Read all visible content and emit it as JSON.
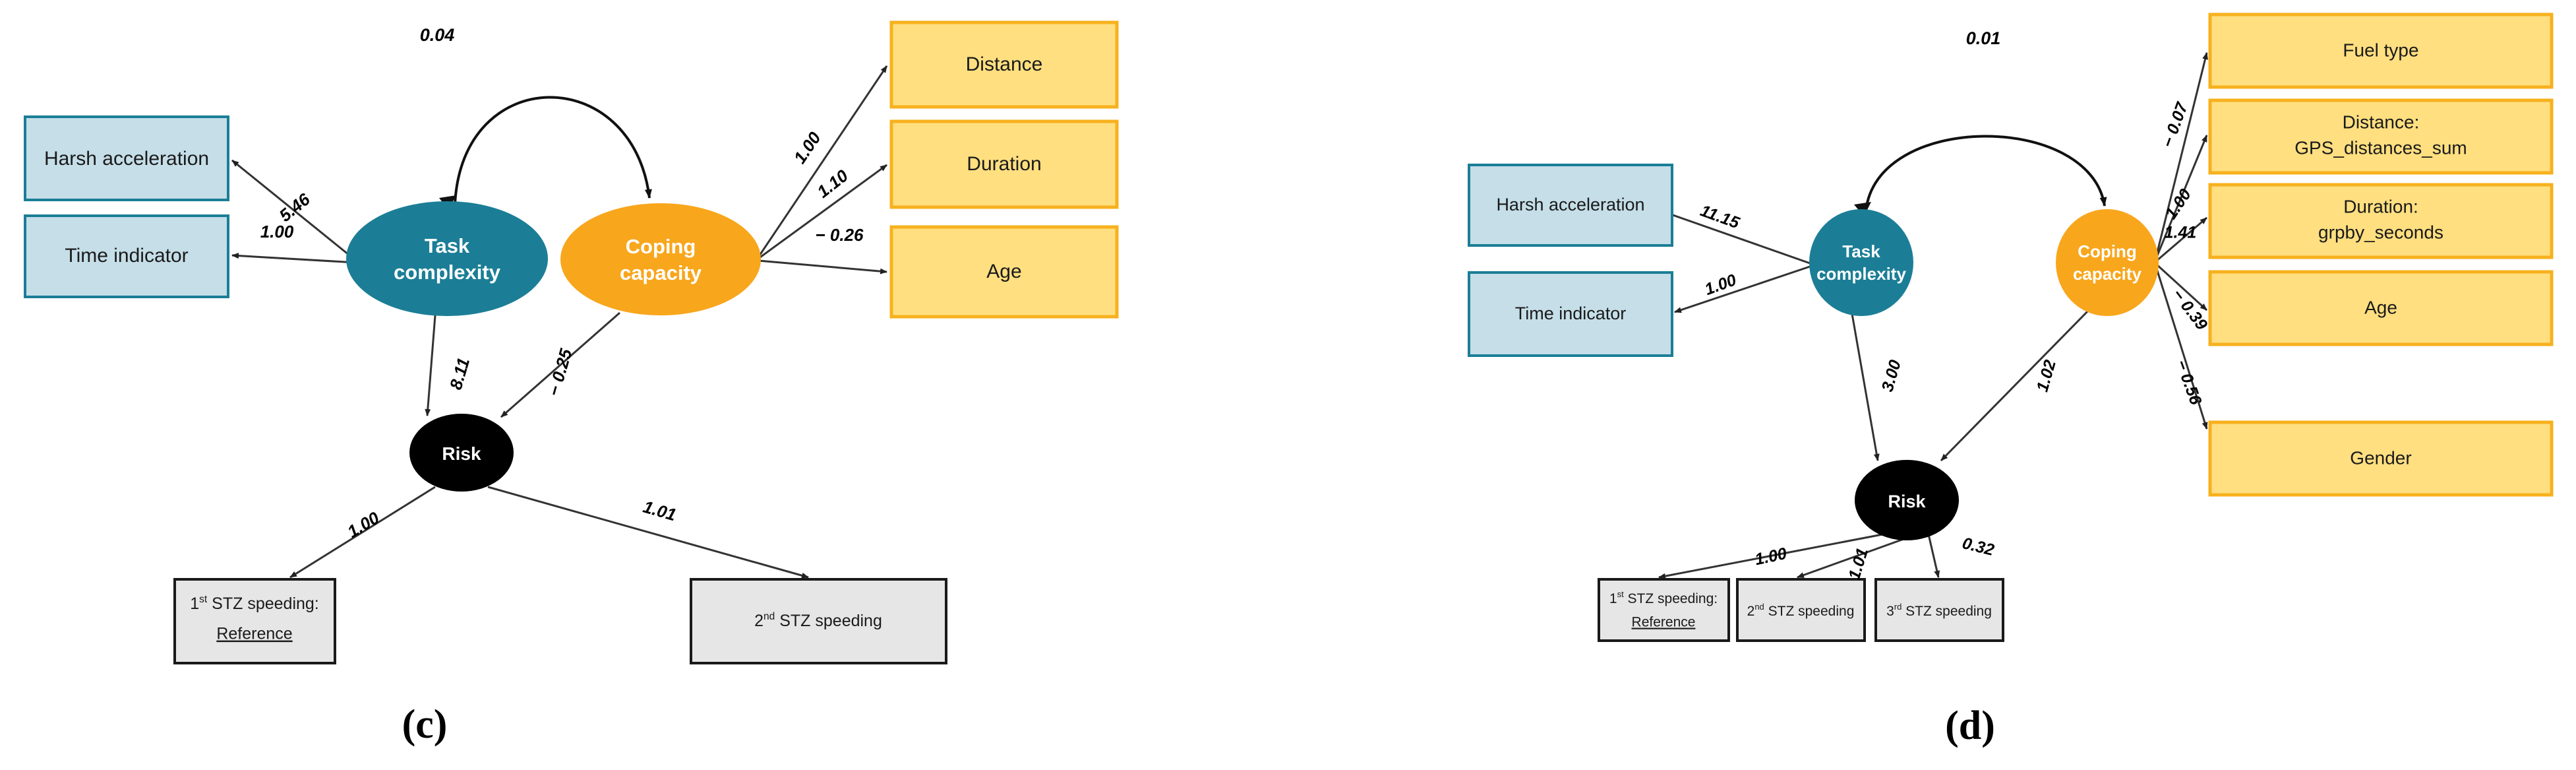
{
  "figure": {
    "type": "sem-path-diagram",
    "panels": [
      {
        "id": "c",
        "letter": "(c)",
        "indicators_left": [
          {
            "name": "harsh-acceleration",
            "label": "Harsh acceleration"
          },
          {
            "name": "time-indicator",
            "label": "Time indicator"
          }
        ],
        "latents": [
          {
            "name": "task-complexity",
            "line1": "Task",
            "line2": "complexity",
            "color": "#1b7e96"
          },
          {
            "name": "coping-capacity",
            "line1": "Coping",
            "line2": "capacity",
            "color": "#f8a61c"
          },
          {
            "name": "risk",
            "line1": "Risk",
            "line2": "",
            "color": "#000000"
          }
        ],
        "indicators_right": [
          {
            "name": "distance",
            "label": "Distance",
            "label2": ""
          },
          {
            "name": "duration",
            "label": "Duration",
            "label2": ""
          },
          {
            "name": "age",
            "label": "Age",
            "label2": ""
          }
        ],
        "outcomes": [
          {
            "name": "stz-1",
            "label": "1",
            "sup": "st",
            "rest": " STZ speeding:",
            "label2": "Reference",
            "underlined": true
          },
          {
            "name": "stz-2",
            "label": "2",
            "sup": "nd",
            "rest": " STZ speeding",
            "label2": "",
            "underlined": false
          }
        ],
        "coefficients": {
          "covariance": "0.04",
          "tc_to_harsh": "5.46",
          "tc_to_time": "1.00",
          "tc_to_risk": "8.11",
          "cc_to_risk": "− 0.25",
          "cc_to_distance": "1.00",
          "cc_to_duration": "1.10",
          "cc_to_age": "− 0.26",
          "risk_to_stz1": "1.00",
          "risk_to_stz2": "1.01"
        }
      },
      {
        "id": "d",
        "letter": "(d)",
        "indicators_left": [
          {
            "name": "harsh-acceleration",
            "label": "Harsh acceleration"
          },
          {
            "name": "time-indicator",
            "label": "Time indicator"
          }
        ],
        "latents": [
          {
            "name": "task-complexity",
            "line1": "Task",
            "line2": "complexity",
            "color": "#1b7e96"
          },
          {
            "name": "coping-capacity",
            "line1": "Coping",
            "line2": "capacity",
            "color": "#f8a61c"
          },
          {
            "name": "risk",
            "line1": "Risk",
            "line2": "",
            "color": "#000000"
          }
        ],
        "indicators_right": [
          {
            "name": "fuel-type",
            "label": "Fuel type",
            "label2": ""
          },
          {
            "name": "distance-gps",
            "label": "Distance:",
            "label2": "GPS_distances_sum"
          },
          {
            "name": "duration-grpby",
            "label": "Duration:",
            "label2": "grpby_seconds"
          },
          {
            "name": "age",
            "label": "Age",
            "label2": ""
          },
          {
            "name": "gender",
            "label": "Gender",
            "label2": ""
          }
        ],
        "outcomes": [
          {
            "name": "stz-1",
            "label": "1",
            "sup": "st",
            "rest": " STZ speeding:",
            "label2": "Reference",
            "underlined": true
          },
          {
            "name": "stz-2",
            "label": "2",
            "sup": "nd",
            "rest": " STZ speeding",
            "label2": "",
            "underlined": false
          },
          {
            "name": "stz-3",
            "label": "3",
            "sup": "rd",
            "rest": " STZ speeding",
            "label2": "",
            "underlined": false
          }
        ],
        "coefficients": {
          "covariance": "0.01",
          "tc_to_harsh": "11.15",
          "tc_to_time": "1.00",
          "tc_to_risk": "3.00",
          "cc_to_risk": "1.02",
          "cc_to_fuel": "− 0.07",
          "cc_to_distance": "1.00",
          "cc_to_duration": "1.41",
          "cc_to_age": "− 0.39",
          "cc_to_gender": "− 0.56",
          "risk_to_stz1": "1.00",
          "risk_to_stz2": "1.01",
          "risk_to_stz3": "0.32"
        }
      }
    ],
    "colors": {
      "indicator_blue_fill": "#c5dee8",
      "indicator_blue_stroke": "#1b7e96",
      "indicator_yellow_fill": "#ffdf80",
      "indicator_yellow_stroke": "#f7b11e",
      "outcome_gray_fill": "#e6e6e6",
      "outcome_gray_stroke": "#1a1a1a",
      "latent_teal": "#1b7e96",
      "latent_orange": "#f8a61c",
      "latent_black": "#000000",
      "arrow": "#333333",
      "background": "#ffffff"
    }
  }
}
